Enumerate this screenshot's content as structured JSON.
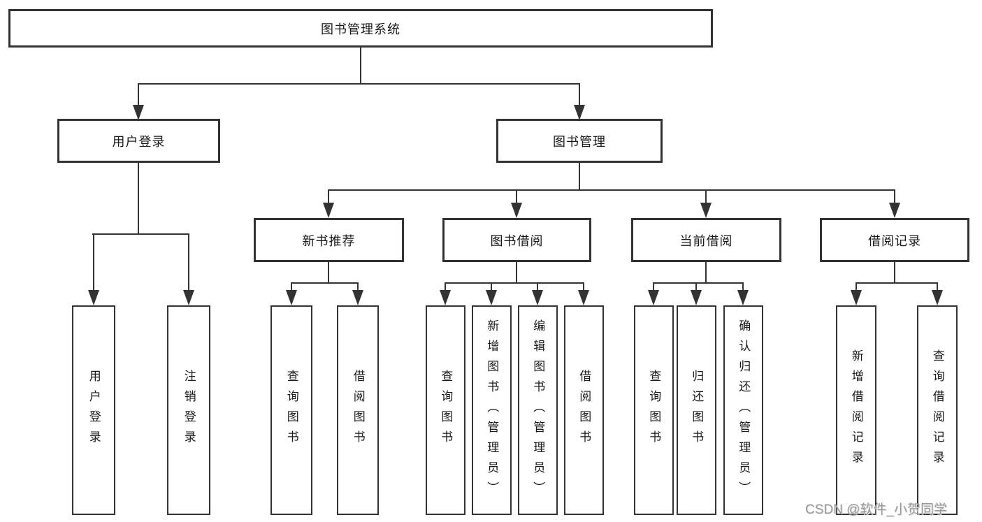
{
  "page": {
    "background": "#ffffff"
  },
  "colors": {
    "line": "#333333",
    "box_border": "#333333",
    "text": "#1a1a1a",
    "watermark": "#9b9b9b"
  },
  "tree": {
    "root": {
      "label": "图书管理系统"
    },
    "branches": [
      {
        "label": "用户登录",
        "children": [
          "用户登录",
          "注销登录"
        ]
      },
      {
        "label": "图书管理",
        "groups": [
          {
            "label": "新书推荐",
            "children": [
              "查询图书",
              "借阅图书"
            ]
          },
          {
            "label": "图书借阅",
            "children": [
              "查询图书",
              "新增图书（管理员）",
              "编辑图书（管理员）",
              "借阅图书"
            ]
          },
          {
            "label": "当前借阅",
            "children": [
              "查询图书",
              "归还图书",
              "确认归还（管理员）"
            ]
          },
          {
            "label": "借阅记录",
            "children": [
              "新增借阅记录",
              "查询借阅记录"
            ]
          }
        ]
      }
    ]
  },
  "watermark": {
    "text": "CSDN @软件_小贺同学"
  }
}
